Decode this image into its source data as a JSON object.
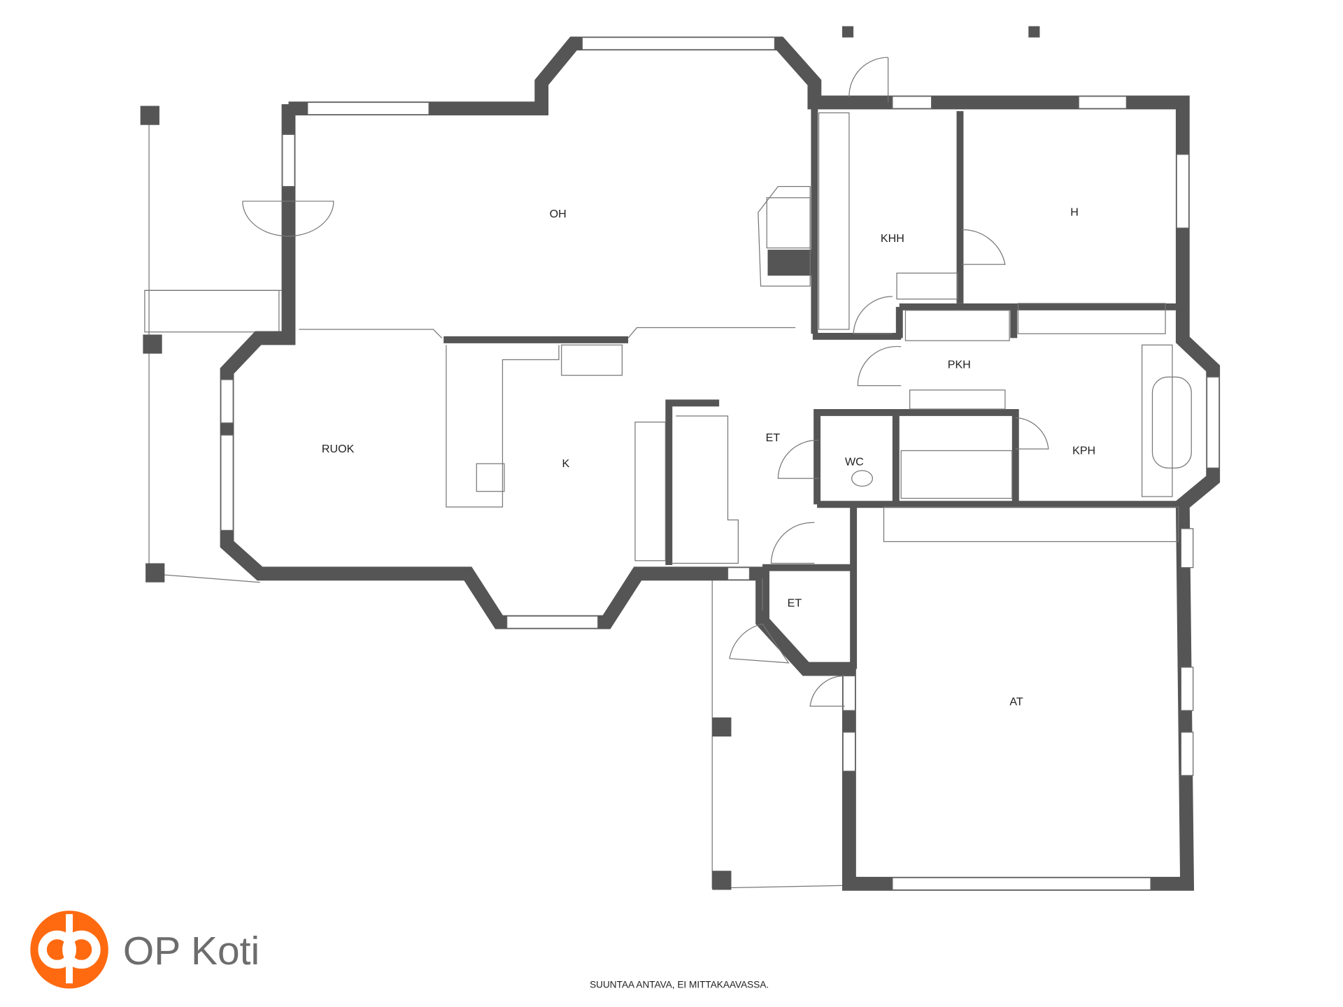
{
  "rooms": {
    "oh": "OH",
    "khh": "KHH",
    "h": "H",
    "pkh": "PKH",
    "ruok": "RUOK",
    "k": "K",
    "et_upper": "ET",
    "wc": "WC",
    "kph": "KPH",
    "et_lower": "ET",
    "at": "AT"
  },
  "logo": {
    "text": "OP Koti",
    "color": "#ff6a10"
  },
  "disclaimer": "SUUNTAA ANTAVA, EI MITTAKAAVASSA."
}
